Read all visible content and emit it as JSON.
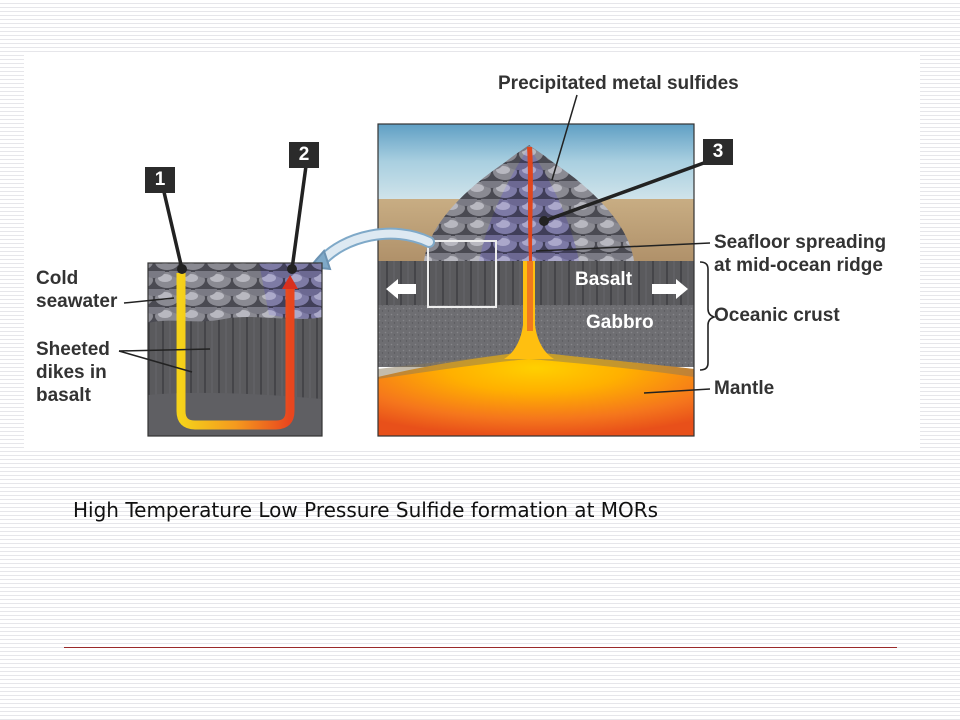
{
  "diagram": {
    "markers": [
      "1",
      "2",
      "3"
    ],
    "labels": {
      "precipitated_metal_sulfides": "Precipitated metal sulfides",
      "cold_seawater_line1": "Cold",
      "cold_seawater_line2": "seawater",
      "sheeted_dikes_line1": "Sheeted",
      "sheeted_dikes_line2": "dikes in",
      "sheeted_dikes_line3": "basalt",
      "seafloor_spreading_line1": "Seafloor spreading",
      "seafloor_spreading_line2": "at mid-ocean ridge",
      "basalt": "Basalt",
      "gabbro": "Gabbro",
      "oceanic_crust": "Oceanic crust",
      "mantle": "Mantle"
    },
    "colors": {
      "seawater": "#8fbcd4",
      "sediment": "#c9a97a",
      "basalt": "#5c5c5c",
      "gabbro": "#7a7a7a",
      "mantle": "#f58a1f",
      "magma": "#ffcc00",
      "hot_fluid": "#e03a1e",
      "cold_fluid": "#1e9be0",
      "sulfide_mound": "#6f6a9a"
    }
  },
  "caption": "High Temperature Low Pressure Sulfide formation at MORs"
}
